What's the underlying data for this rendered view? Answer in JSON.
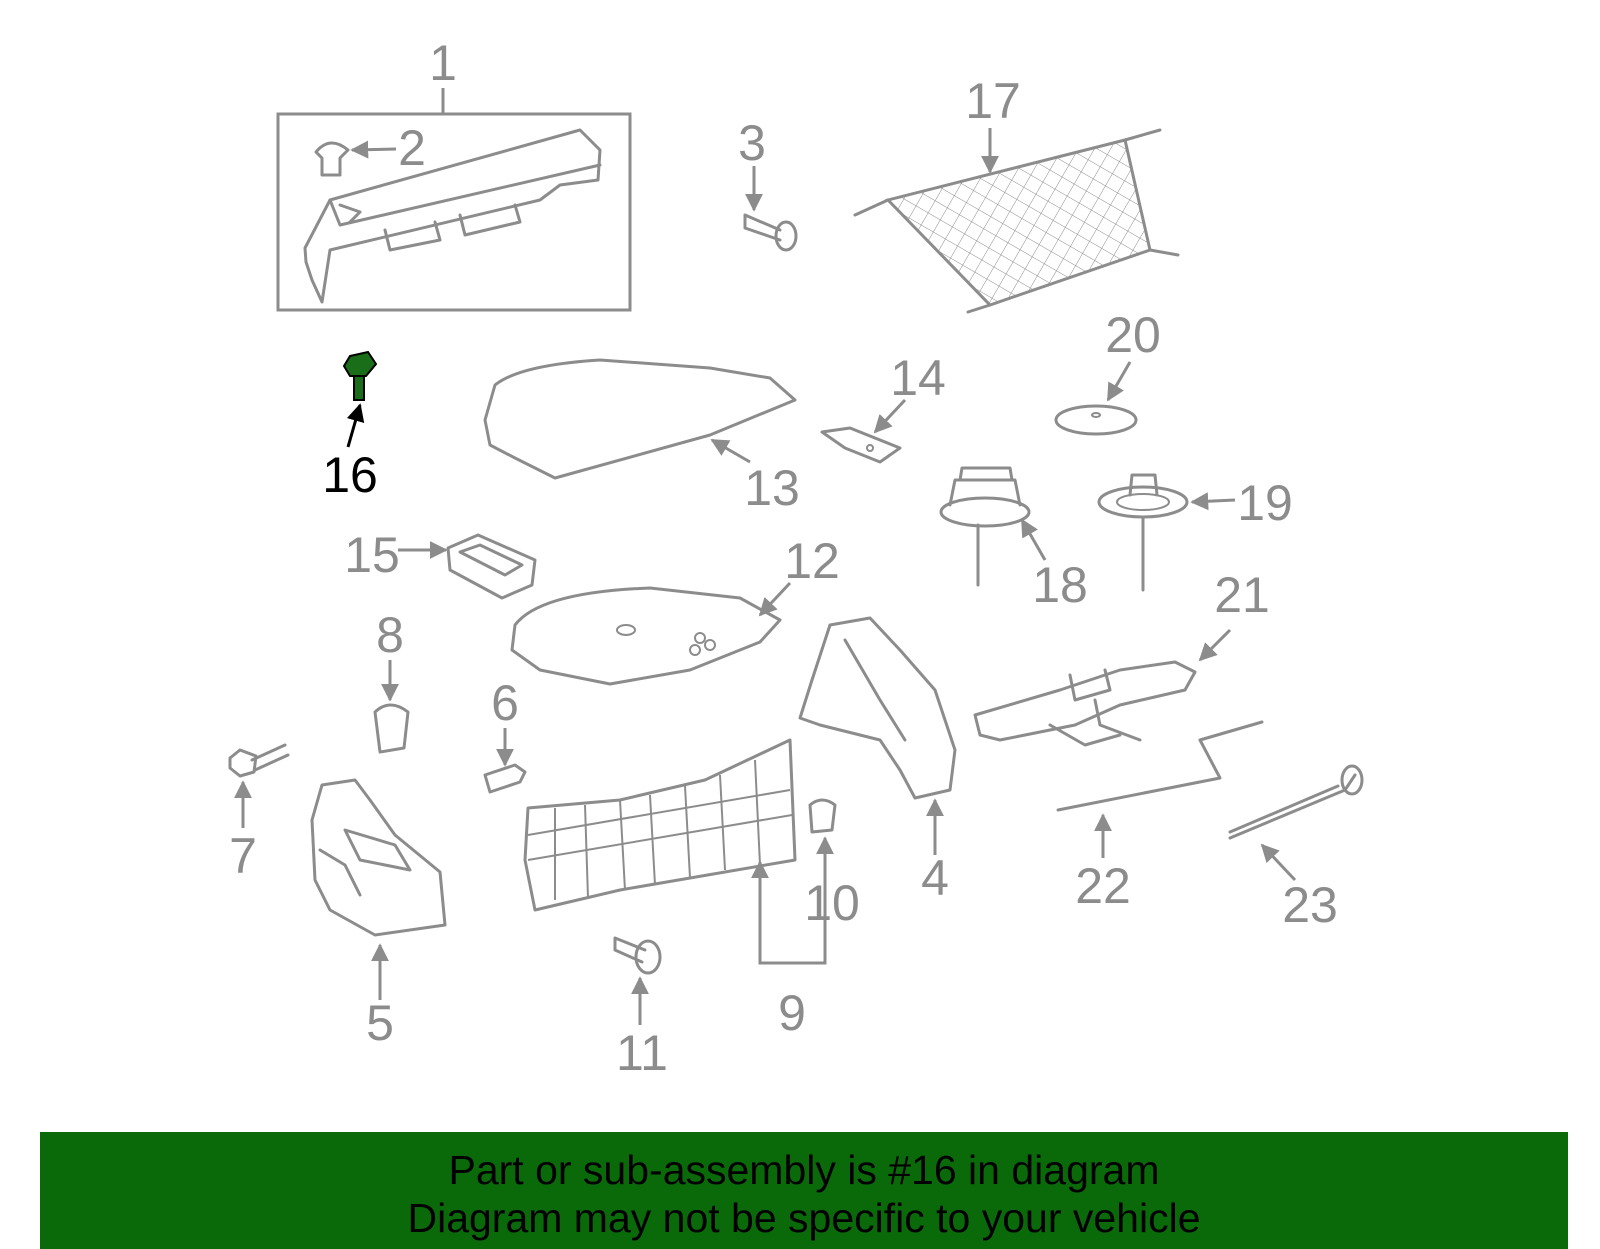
{
  "diagram": {
    "highlight_color": "#1a6e1a",
    "line_color": "#8c8c8c",
    "callouts": [
      {
        "id": "1",
        "label": "1"
      },
      {
        "id": "2",
        "label": "2"
      },
      {
        "id": "3",
        "label": "3"
      },
      {
        "id": "4",
        "label": "4"
      },
      {
        "id": "5",
        "label": "5"
      },
      {
        "id": "6",
        "label": "6"
      },
      {
        "id": "7",
        "label": "7"
      },
      {
        "id": "8",
        "label": "8"
      },
      {
        "id": "9",
        "label": "9"
      },
      {
        "id": "10",
        "label": "10"
      },
      {
        "id": "11",
        "label": "11"
      },
      {
        "id": "12",
        "label": "12"
      },
      {
        "id": "13",
        "label": "13"
      },
      {
        "id": "14",
        "label": "14"
      },
      {
        "id": "15",
        "label": "15"
      },
      {
        "id": "16",
        "label": "16"
      },
      {
        "id": "17",
        "label": "17"
      },
      {
        "id": "18",
        "label": "18"
      },
      {
        "id": "19",
        "label": "19"
      },
      {
        "id": "20",
        "label": "20"
      },
      {
        "id": "21",
        "label": "21"
      },
      {
        "id": "22",
        "label": "22"
      },
      {
        "id": "23",
        "label": "23"
      }
    ],
    "highlighted_part": "16"
  },
  "banner": {
    "background_color": "#0a6a0a",
    "line1": "Part or sub-assembly is #16 in diagram",
    "line2": "Diagram may not be specific to your vehicle"
  }
}
